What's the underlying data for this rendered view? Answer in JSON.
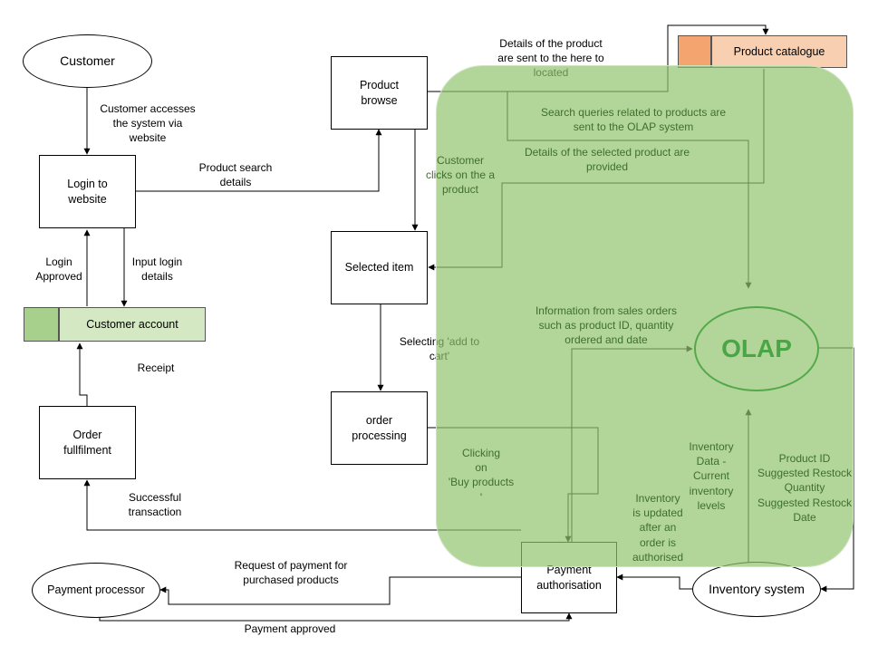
{
  "colors": {
    "overlay": "#91c46e",
    "olap": "#4aa546",
    "catalogue_fill": "#f8cfb0",
    "catalogue_tab": "#f4a46e",
    "account_fill": "#d5e8c4",
    "account_tab": "#a8d08d"
  },
  "nodes": {
    "customer": "Customer",
    "login_line1": "Login to",
    "login_line2": "website",
    "customer_account": "Customer account",
    "order_line1": "Order",
    "order_line2": "fullfilment",
    "payment_processor": "Payment processor",
    "product_browse_line1": "Product",
    "product_browse_line2": "browse",
    "selected_item": "Selected item",
    "order_processing_line1": "order",
    "order_processing_line2": "processing",
    "payment_auth_line1": "Payment",
    "payment_auth_line2": "authorisation",
    "product_catalogue": "Product catalogue",
    "olap": "OLAP",
    "inventory_system": "Inventory system"
  },
  "labels": {
    "accesses": [
      "Customer accesses",
      "the system via",
      "website"
    ],
    "search_details": [
      "Product search",
      "details"
    ],
    "login_approved": [
      "Login",
      "Approved"
    ],
    "input_login": [
      "Input login",
      "details"
    ],
    "receipt": "Receipt",
    "successful": [
      "Successful",
      "transaction"
    ],
    "request_payment": [
      "Request of payment for",
      "purchased products"
    ],
    "payment_approved": "Payment approved",
    "details_sent": [
      "Details of the product",
      "are sent to the here to",
      "located"
    ],
    "search_queries": [
      "Search queries related to products are",
      "sent to the OLAP system"
    ],
    "details_selected": [
      "Details of the selected product are",
      "provided"
    ],
    "customer_clicks": [
      "Customer",
      "clicks on the a",
      "product"
    ],
    "add_to_cart": [
      "Selecting 'add to",
      "cart'"
    ],
    "sales_info": [
      "Information from sales orders",
      "such as product ID, quantity",
      "ordered and date"
    ],
    "clicking_buy": [
      "Clicking",
      "on",
      "'Buy  products",
      "'"
    ],
    "inventory_data": [
      "Inventory",
      "Data -",
      "Current",
      "inventory",
      "levels"
    ],
    "inventory_updated": [
      "Inventory",
      "is updated",
      "after an",
      "order is",
      "authorised"
    ],
    "restock": [
      "Product ID",
      "Suggested Restock",
      "Quantity",
      "Suggested Restock",
      "Date"
    ]
  }
}
